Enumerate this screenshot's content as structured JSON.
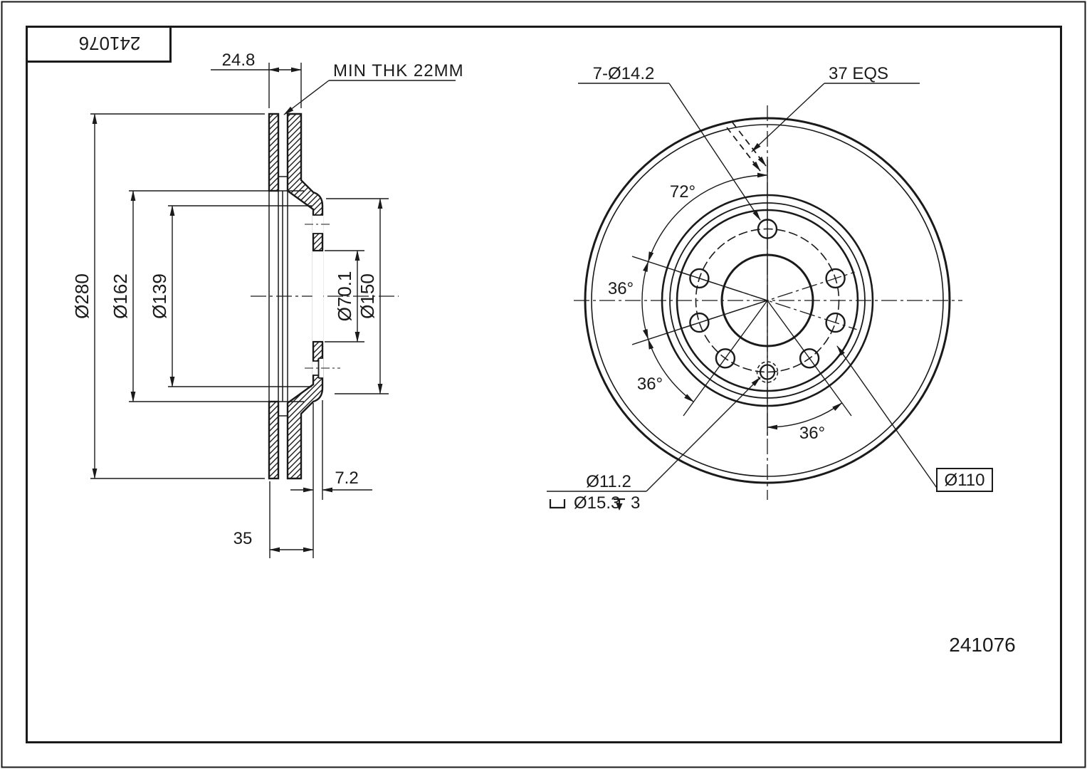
{
  "drawing": {
    "title_block_number": "241076",
    "footer_number": "241076"
  },
  "section_view": {
    "thickness": "24.8",
    "min_thickness": "MIN THK 22MM",
    "outer_diameter": "Ø280",
    "hat_diameter": "Ø162",
    "hat_inner_diameter": "Ø139",
    "center_bore": "Ø70.1",
    "pilot_diameter": "Ø150",
    "hat_plate_thickness": "7.2",
    "overall_height": "35"
  },
  "front_view": {
    "bolt_holes": "7-Ø14.2",
    "spacing_note": "37 EQS",
    "angle_top": "72°",
    "angle_left_upper": "36°",
    "angle_left_lower": "36°",
    "angle_bottom": "36°",
    "screw_hole": "Ø11.2",
    "counterbore": "Ø15.3",
    "counterbore_depth": "3",
    "bolt_circle": "Ø110"
  }
}
